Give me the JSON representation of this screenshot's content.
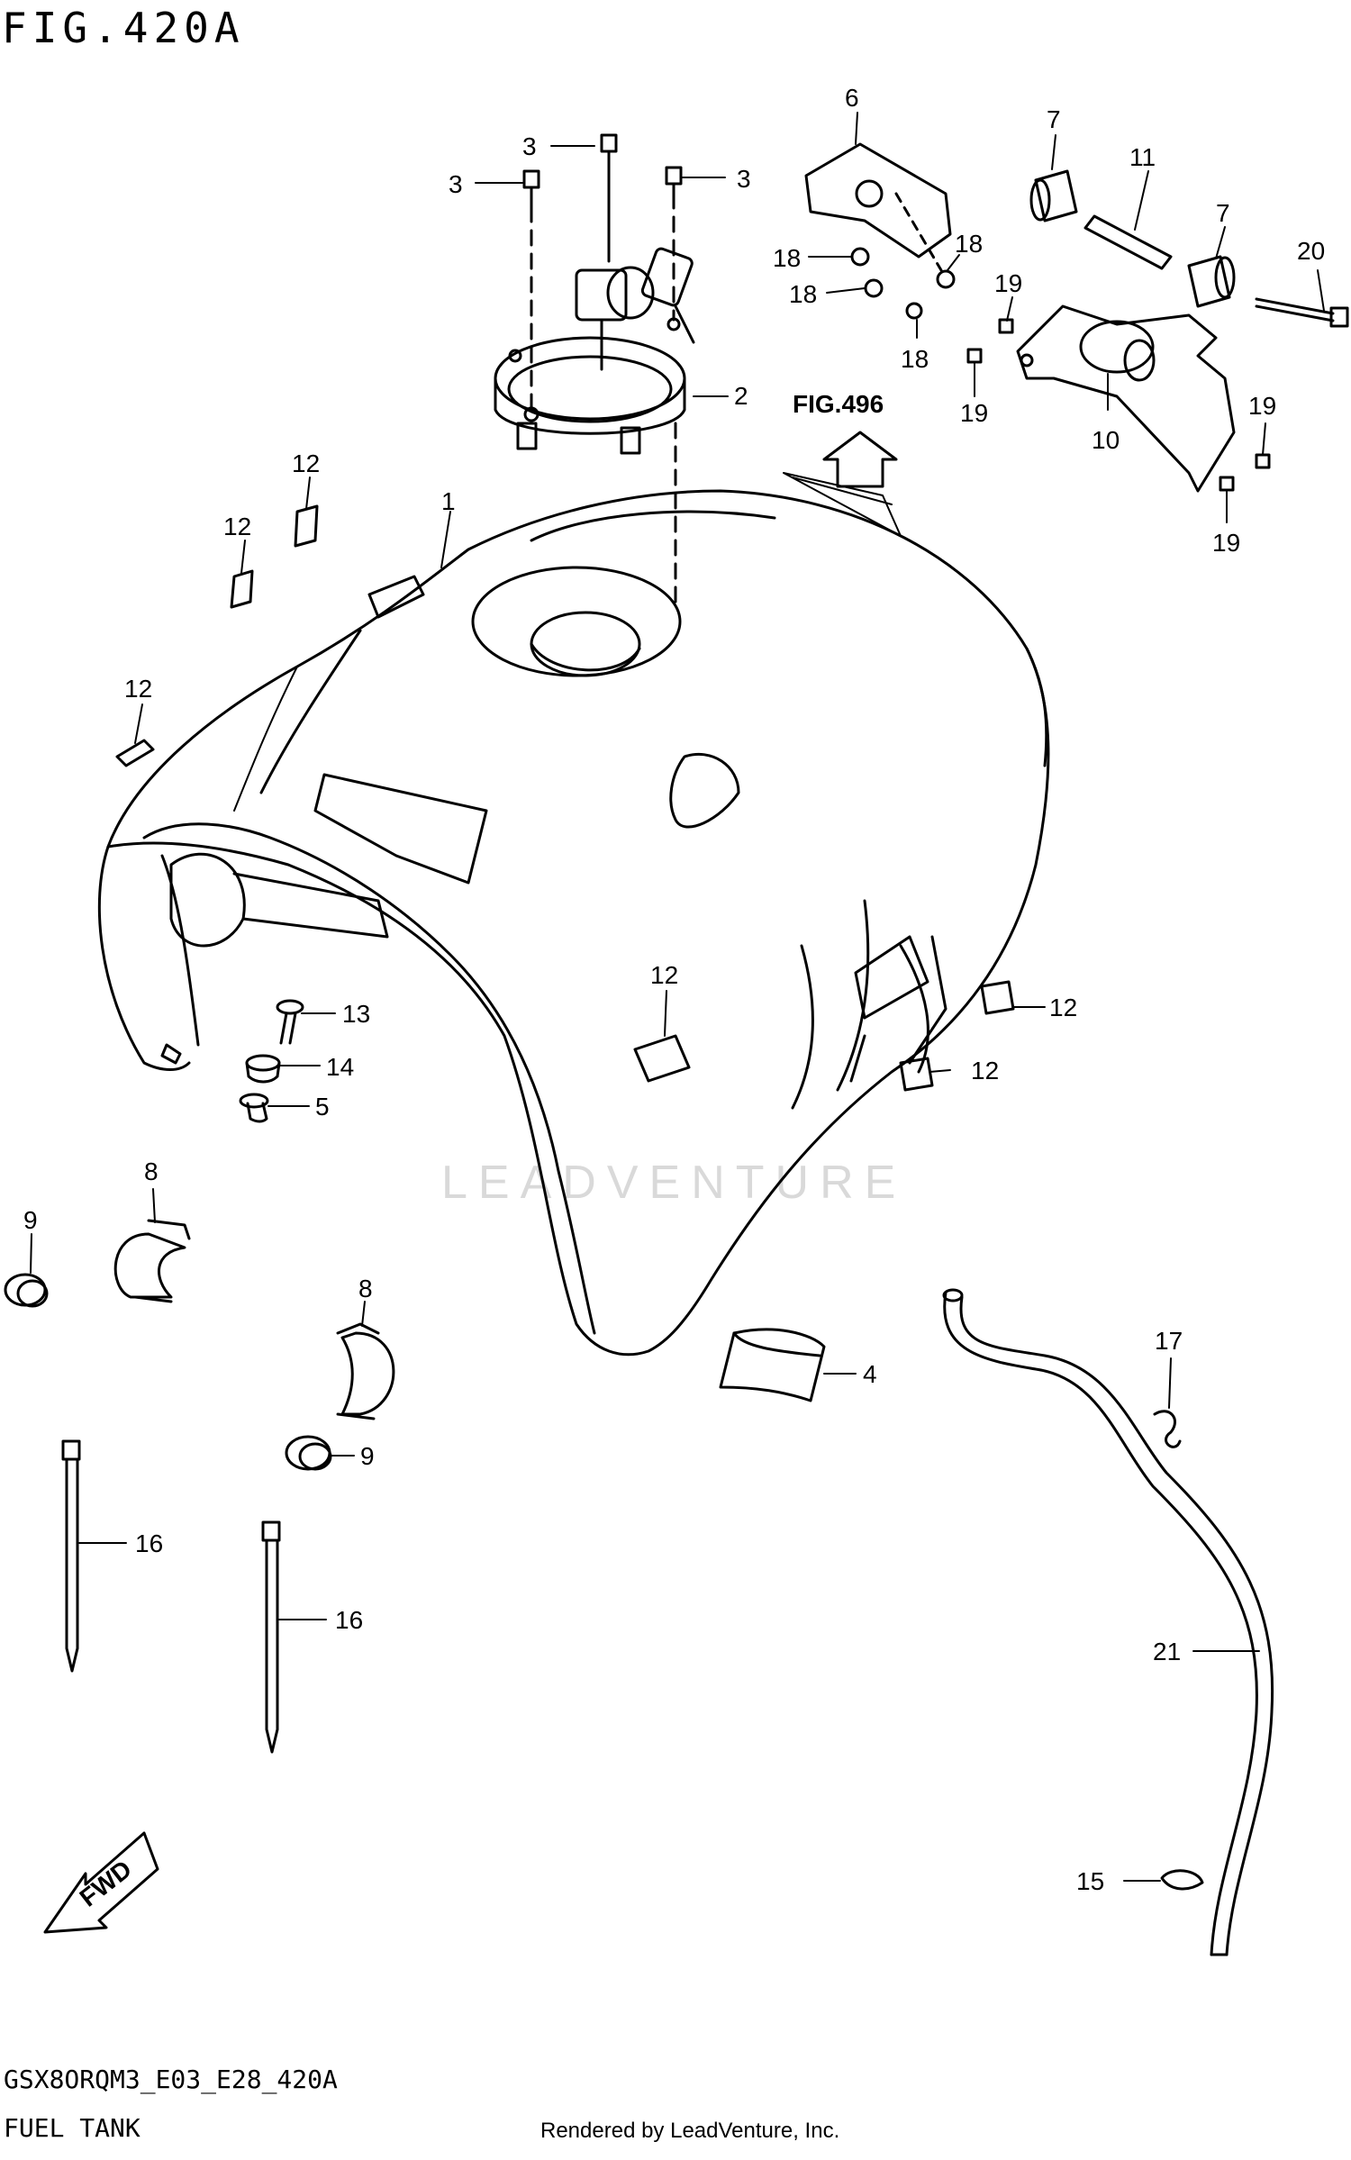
{
  "figure": {
    "title": "FIG.420A",
    "model_code": "GSX8ORQM3_E03_E28_420A",
    "name": "FUEL TANK",
    "credit": "Rendered by LeadVenture, Inc.",
    "watermark": "LEADVENTURE",
    "cross_reference": "FIG.496",
    "forward_marker": "FWD"
  },
  "callouts": [
    {
      "id": "c-3a",
      "text": "3"
    },
    {
      "id": "c-3b",
      "text": "3"
    },
    {
      "id": "c-3c",
      "text": "3"
    },
    {
      "id": "c-2",
      "text": "2"
    },
    {
      "id": "c-1",
      "text": "1"
    },
    {
      "id": "c-6",
      "text": "6"
    },
    {
      "id": "c-18a",
      "text": "18"
    },
    {
      "id": "c-18b",
      "text": "18"
    },
    {
      "id": "c-18c",
      "text": "18"
    },
    {
      "id": "c-18d",
      "text": "18"
    },
    {
      "id": "c-7a",
      "text": "7"
    },
    {
      "id": "c-11",
      "text": "11"
    },
    {
      "id": "c-7b",
      "text": "7"
    },
    {
      "id": "c-20",
      "text": "20"
    },
    {
      "id": "c-19a",
      "text": "19"
    },
    {
      "id": "c-19b",
      "text": "19"
    },
    {
      "id": "c-19c",
      "text": "19"
    },
    {
      "id": "c-19d",
      "text": "19"
    },
    {
      "id": "c-10",
      "text": "10"
    },
    {
      "id": "c-12a",
      "text": "12"
    },
    {
      "id": "c-12b",
      "text": "12"
    },
    {
      "id": "c-12c",
      "text": "12"
    },
    {
      "id": "c-12d",
      "text": "12"
    },
    {
      "id": "c-12e",
      "text": "12"
    },
    {
      "id": "c-12f",
      "text": "12"
    },
    {
      "id": "c-13",
      "text": "13"
    },
    {
      "id": "c-14",
      "text": "14"
    },
    {
      "id": "c-5",
      "text": "5"
    },
    {
      "id": "c-8a",
      "text": "8"
    },
    {
      "id": "c-8b",
      "text": "8"
    },
    {
      "id": "c-9a",
      "text": "9"
    },
    {
      "id": "c-9b",
      "text": "9"
    },
    {
      "id": "c-4",
      "text": "4"
    },
    {
      "id": "c-16a",
      "text": "16"
    },
    {
      "id": "c-16b",
      "text": "16"
    },
    {
      "id": "c-17",
      "text": "17"
    },
    {
      "id": "c-21",
      "text": "21"
    },
    {
      "id": "c-15",
      "text": "15"
    }
  ]
}
